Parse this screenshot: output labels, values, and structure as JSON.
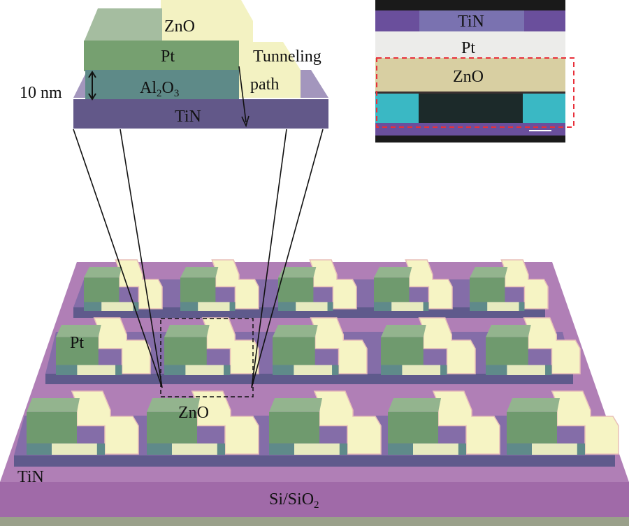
{
  "schematic": {
    "zno": "ZnO",
    "pt": "Pt",
    "al2o3_main": "Al",
    "al2o3_sub1": "2",
    "al2o3_o": "O",
    "al2o3_sub2": "3",
    "tin": "TiN",
    "thickness": "10 nm",
    "tunneling_1": "Tunneling",
    "tunneling_2": "path"
  },
  "micrograph": {
    "tin": "TiN",
    "pt": "Pt",
    "zno": "ZnO"
  },
  "array": {
    "pt": "Pt",
    "zno": "ZnO",
    "tin": "TiN",
    "substrate_main": "Si/SiO",
    "substrate_sub": "2"
  },
  "colors": {
    "tin": "#5f5a8c",
    "pt": "#6f9a6e",
    "zno": "#f6f4c4",
    "al2o3": "#5f8a8a",
    "substrate": "#a874b0",
    "dash_red": "#e8303a"
  }
}
